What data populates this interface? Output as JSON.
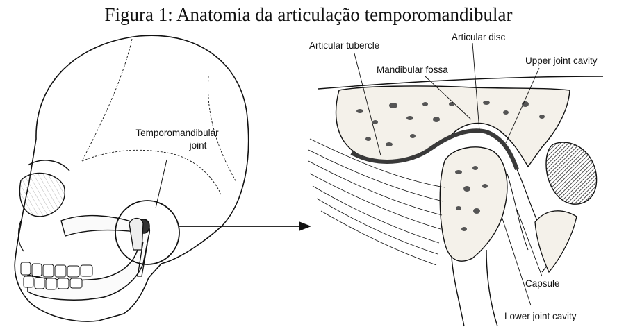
{
  "figure": {
    "title": "Figura 1: Anatomia da articulação temporomandibular"
  },
  "skull_panel": {
    "callout_line1": "Temporomandibular",
    "callout_line2": "joint"
  },
  "detail_panel": {
    "labels": {
      "articular_tubercle": "Articular tubercle",
      "articular_disc": "Articular disc",
      "mandibular_fossa": "Mandibular fossa",
      "upper_joint_cavity": "Upper joint cavity",
      "capsule": "Capsule",
      "lower_joint_cavity": "Lower joint cavity"
    }
  },
  "colors": {
    "ink": "#111111",
    "bone_fill": "#f4f1ea",
    "disc": "#3a3a3a",
    "cavity_shadow": "#222222"
  }
}
